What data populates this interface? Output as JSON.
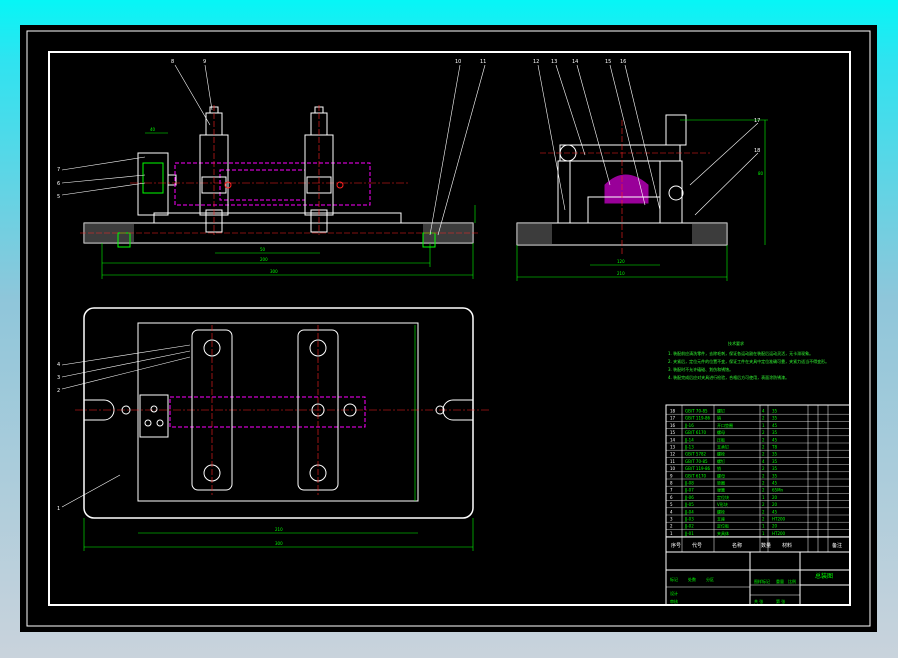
{
  "drawing": {
    "title_block_name": "总装图",
    "tech_req_title": "技术要求",
    "tech_req_lines": [
      "1. 装配前应清洗零件，去除毛刺，保证各运动副在装配后运动灵活，无卡滞现象。",
      "2. 夹紧后，定位元件的位置不变，保证工件在夹具中定位准确可靠，夹紧力适当不得变形。",
      "3. 装配时不允许磕碰、划伤和锈蚀。",
      "4. 装配完成后应对夹具进行检验，合格后方可使用，表面涂防锈漆。"
    ],
    "bom_header": [
      "序号",
      "代号",
      "名称",
      "数量",
      "材料",
      "备注"
    ],
    "bom_rows": [
      [
        "18",
        "GB/T 70-85",
        "螺钉",
        "4",
        "35"
      ],
      [
        "17",
        "GB/T 119-86",
        "销",
        "2",
        "35"
      ],
      [
        "16",
        "JJ-16",
        "开口垫圈",
        "1",
        "45"
      ],
      [
        "15",
        "GB/T 6170",
        "螺母",
        "2",
        "35"
      ],
      [
        "14",
        "JJ-14",
        "压板",
        "2",
        "45"
      ],
      [
        "13",
        "JJ-13",
        "支承钉",
        "2",
        "T8"
      ],
      [
        "12",
        "GB/T 5782",
        "螺栓",
        "2",
        "35"
      ],
      [
        "11",
        "GB/T 70-85",
        "螺钉",
        "4",
        "35"
      ],
      [
        "10",
        "GB/T 119-86",
        "销",
        "2",
        "35"
      ],
      [
        "9",
        "GB/T 6170",
        "螺母",
        "2",
        "35"
      ],
      [
        "8",
        "JJ-08",
        "垫圈",
        "2",
        "45"
      ],
      [
        "7",
        "JJ-07",
        "弹簧",
        "2",
        "65Mn"
      ],
      [
        "6",
        "JJ-06",
        "定位块",
        "1",
        "20"
      ],
      [
        "5",
        "JJ-05",
        "V形块",
        "2",
        "20"
      ],
      [
        "4",
        "JJ-04",
        "螺栓",
        "2",
        "45"
      ],
      [
        "3",
        "JJ-03",
        "支座",
        "2",
        "HT200"
      ],
      [
        "2",
        "JJ-02",
        "定位板",
        "1",
        "20"
      ],
      [
        "1",
        "JJ-01",
        "夹具体",
        "1",
        "HT200"
      ]
    ],
    "balloons_front": [
      "8",
      "9",
      "10",
      "11",
      "7",
      "6",
      "5"
    ],
    "balloons_side": [
      "12",
      "13",
      "14",
      "15",
      "16",
      "17",
      "18"
    ],
    "balloons_plan": [
      "4",
      "3",
      "2",
      "1"
    ],
    "dims": [
      "50",
      "200",
      "300",
      "120",
      "210",
      "80",
      "40"
    ]
  },
  "title_block": {
    "cells": [
      "标记",
      "处数",
      "分区",
      "签名",
      "年月日",
      "设计",
      "审核",
      "工艺",
      "批准",
      "图样标记",
      "重量",
      "比例",
      "共 张",
      "第 张"
    ]
  },
  "colors": {
    "background_sheet": "#000000",
    "line_white": "#ffffff",
    "line_green": "#00ff00",
    "line_magenta": "#ff00ff",
    "line_red": "#ff2020",
    "line_cyan": "#00ffff",
    "outer_bg": "#06f6f6"
  }
}
